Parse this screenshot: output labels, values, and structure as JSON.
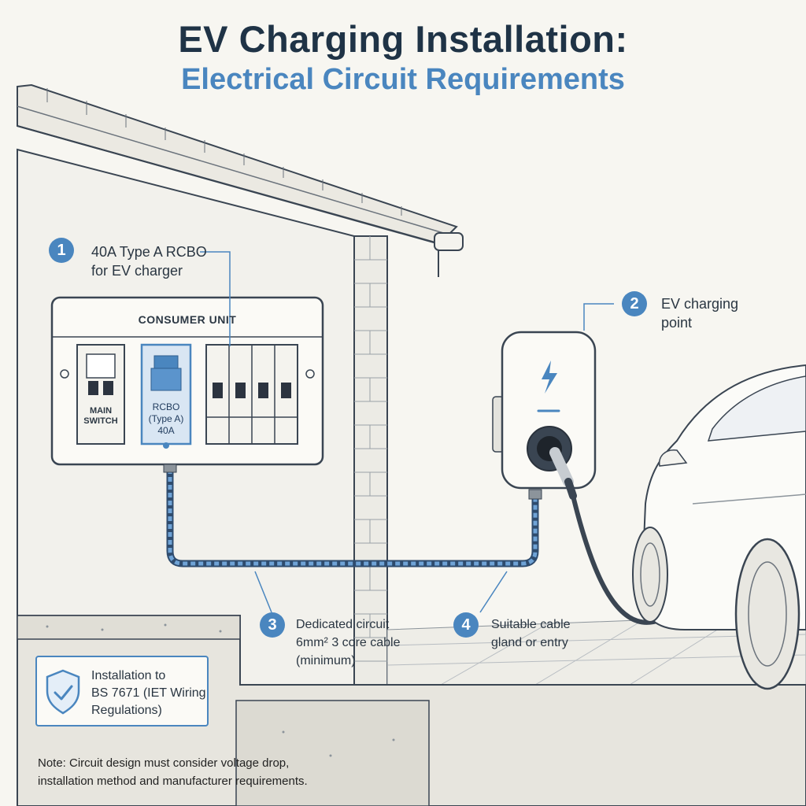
{
  "title": {
    "line1": "EV Charging Installation:",
    "line2": "Electrical Circuit Requirements"
  },
  "callouts": [
    {
      "number": "1",
      "lines": [
        "40A Type A RCBO",
        "for EV charger"
      ]
    },
    {
      "number": "2",
      "lines": [
        "EV charging",
        "point"
      ]
    },
    {
      "number": "3",
      "lines": [
        "Dedicated circuit",
        "6mm² 3 core cable",
        "(minimum)"
      ]
    },
    {
      "number": "4",
      "lines": [
        "Suitable cable",
        "gland or entry"
      ]
    }
  ],
  "consumer_unit": {
    "title": "CONSUMER UNIT",
    "main_switch": [
      "MAIN",
      "SWITCH"
    ],
    "rcbo": [
      "RCBO",
      "(Type A)",
      "40A"
    ]
  },
  "regulation": {
    "icon": "shield-check-icon",
    "lines": [
      "Installation to",
      "BS 7671 (IET Wiring",
      "Regulations)"
    ]
  },
  "note": {
    "lines": [
      "Note: Circuit design must consider voltage drop,",
      "installation method and manufacturer requirements."
    ]
  },
  "colors": {
    "accent": "#4a86bf",
    "title": "#1f3346",
    "line": "#3a4552"
  }
}
